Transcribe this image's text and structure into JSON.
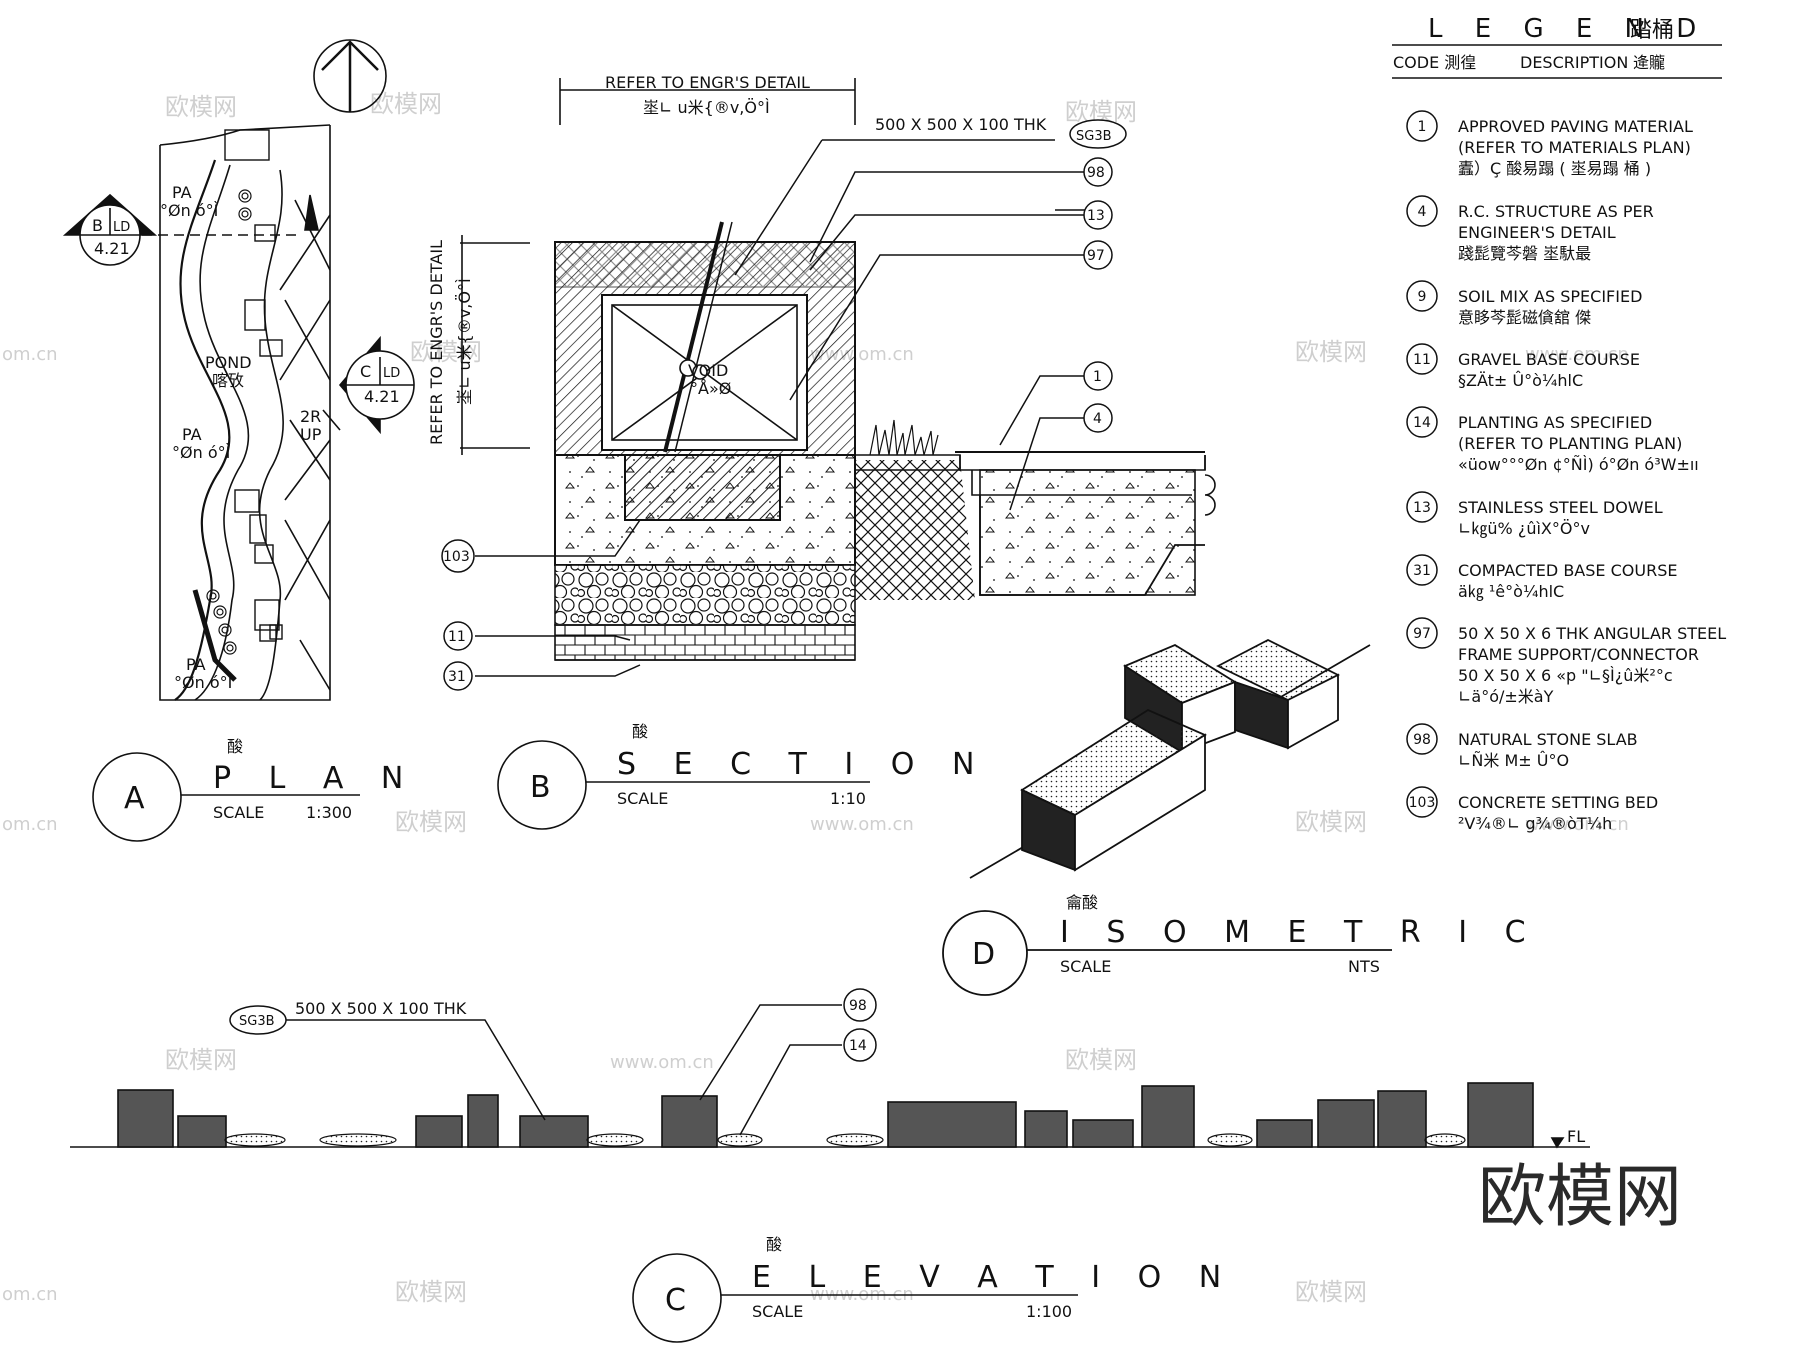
{
  "watermark": {
    "text": "欧模网",
    "url_text": "www.om.cn",
    "short_text": "om.cn",
    "brand": "欧模网"
  },
  "legend": {
    "title": "L E G E N D",
    "title_cn": "踏桶",
    "code_header": "CODE 測徨",
    "desc_header": "DESCRIPTION",
    "desc_header_cn": "逄贚",
    "items": [
      {
        "code": "1",
        "lines": [
          "APPROVED PAVING MATERIAL",
          "(REFER TO MATERIALS PLAN)",
          "蠹）Ç 酸易蹋 ( 埊易蹋 桶 )"
        ]
      },
      {
        "code": "4",
        "lines": [
          "R.C. STRUCTURE AS PER",
          "ENGINEER'S DETAIL",
          "踐髭覽芩磐    埊馱最"
        ]
      },
      {
        "code": "9",
        "lines": [
          "SOIL MIX AS SPECIFIED",
          "意眵芩髭磁僋舘 傑"
        ]
      },
      {
        "code": "11",
        "lines": [
          "GRAVEL BASE COURSE",
          "§ZÄt± Û°ò¼hlC"
        ]
      },
      {
        "code": "14",
        "lines": [
          "PLANTING AS SPECIFIED",
          "(REFER TO PLANTING PLAN)",
          "«üow°°°Øn ¢°ÑÌ) ó°Øn ó³W±ıı"
        ]
      },
      {
        "code": "13",
        "lines": [
          "STAINLESS STEEL DOWEL",
          "∟㎏ü% ¿ûìX°Ö°v"
        ]
      },
      {
        "code": "31",
        "lines": [
          "COMPACTED BASE COURSE",
          "ä㎏ ¹ê°ò¼hlC"
        ]
      },
      {
        "code": "97",
        "lines": [
          "50 X 50 X 6 THK ANGULAR STEEL",
          "FRAME SUPPORT/CONNECTOR",
          "50 X 50 X 6 «p \"∟§Ì¿û米²°c",
          "∟ä°ó/±米àY"
        ]
      },
      {
        "code": "98",
        "lines": [
          "NATURAL STONE SLAB",
          "∟Ñ米 M± Û°O"
        ]
      },
      {
        "code": "103",
        "lines": [
          "CONCRETE SETTING BED",
          "²V¾®∟ g¾®òT¼h"
        ]
      }
    ]
  },
  "plan": {
    "letter": "A",
    "cn": "酸",
    "title": "P L A N",
    "scale_label": "SCALE",
    "scale": "1:300",
    "pa1": "PA",
    "pa_cn1": "°Øn ó°Ì",
    "pa2": "PA",
    "pa_cn2": "°Øn ó°Ì",
    "pa3": "PA",
    "pa_cn3": "°Øn ó°Ì",
    "pond": "POND",
    "pond_cn": "喀攷",
    "steps_a": "2R",
    "steps_b": "UP",
    "marker_b": {
      "letter": "B",
      "sheet": "LD",
      "ref": "4.21"
    },
    "marker_c": {
      "letter": "C",
      "sheet": "LD",
      "ref": "4.21"
    }
  },
  "section": {
    "letter": "B",
    "cn": "酸",
    "title": "S E C T I O N",
    "scale_label": "SCALE",
    "scale": "1:10",
    "refer_top": "REFER TO ENGR'S DETAIL",
    "refer_top_cn": "埊∟ u米{®v,Ö°Ì",
    "refer_side": "REFER TO ENGR'S DETAIL",
    "refer_side_cn": "埊∟ u米{®v,Ö°Ì",
    "slab": "500 X 500 X 100 THK",
    "tag": "SG3B",
    "void": "VOID",
    "void_cn": "°Å»Ø",
    "callouts": [
      "98",
      "13",
      "97",
      "1",
      "4",
      "103",
      "11",
      "31"
    ]
  },
  "isometric": {
    "letter": "D",
    "cn": "龠酸",
    "title": "I S O M E T R I C",
    "scale_label": "SCALE",
    "scale": "NTS"
  },
  "elevation": {
    "letter": "C",
    "cn": "酸",
    "title": "E L E V A T I O N",
    "scale_label": "SCALE",
    "scale": "1:100",
    "tag": "SG3B",
    "slab": "500 X 500 X 100 THK",
    "callout_a": "98",
    "callout_b": "14",
    "fl": "FL"
  }
}
